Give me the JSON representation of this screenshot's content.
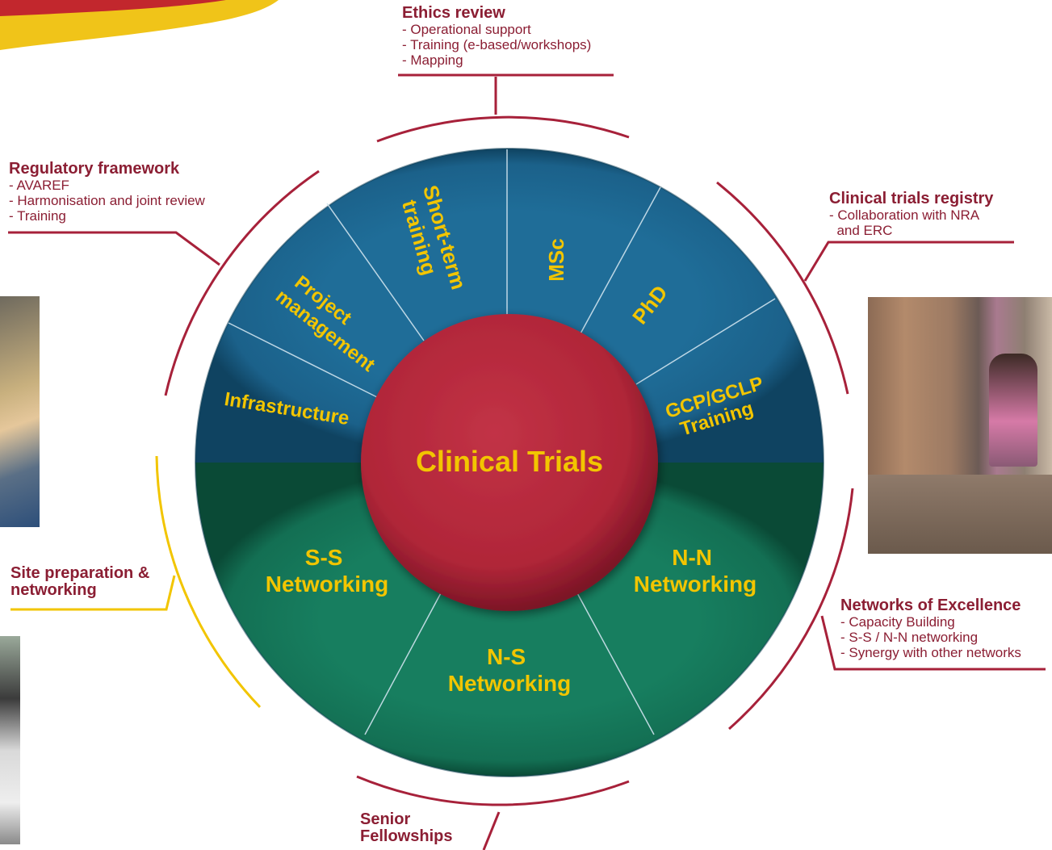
{
  "center": {
    "label": "Clinical Trials"
  },
  "segments_top": [
    {
      "label": "Infrastructure"
    },
    {
      "lines": [
        "Project",
        "management"
      ]
    },
    {
      "lines": [
        "Short-term",
        "training"
      ]
    },
    {
      "label": "MSc"
    },
    {
      "label": "PhD"
    },
    {
      "lines": [
        "GCP/GCLP",
        "Training"
      ]
    }
  ],
  "segments_bottom": [
    {
      "lines": [
        "S-S",
        "Networking"
      ]
    },
    {
      "lines": [
        "N-S",
        "Networking"
      ]
    },
    {
      "lines": [
        "N-N",
        "Networking"
      ]
    }
  ],
  "callouts": {
    "ethics": {
      "title": "Ethics review",
      "items": [
        "- Operational support",
        "- Training (e-based/workshops)",
        "- Mapping"
      ]
    },
    "regulatory": {
      "title": "Regulatory framework",
      "items": [
        "- AVAREF",
        "- Harmonisation and joint review",
        "- Training"
      ]
    },
    "registry": {
      "title": "Clinical trials registry",
      "items": [
        "- Collaboration with NRA",
        "  and ERC"
      ]
    },
    "site": {
      "title_lines": [
        "Site preparation &",
        "networking"
      ]
    },
    "networks": {
      "title": "Networks of Excellence",
      "items": [
        "- Capacity Building",
        "- S-S / N-N networking",
        "- Synergy with other networks"
      ]
    },
    "fellowships": {
      "title_lines": [
        "Senior",
        "Fellowships"
      ]
    }
  },
  "colors": {
    "blue": "#1e6a94",
    "green": "#157a5c",
    "center_red": "#b3283c",
    "label_yellow": "#f2c500",
    "line_red": "#a7213a",
    "line_yellow": "#f2c500",
    "text_red": "#8b1e33"
  }
}
